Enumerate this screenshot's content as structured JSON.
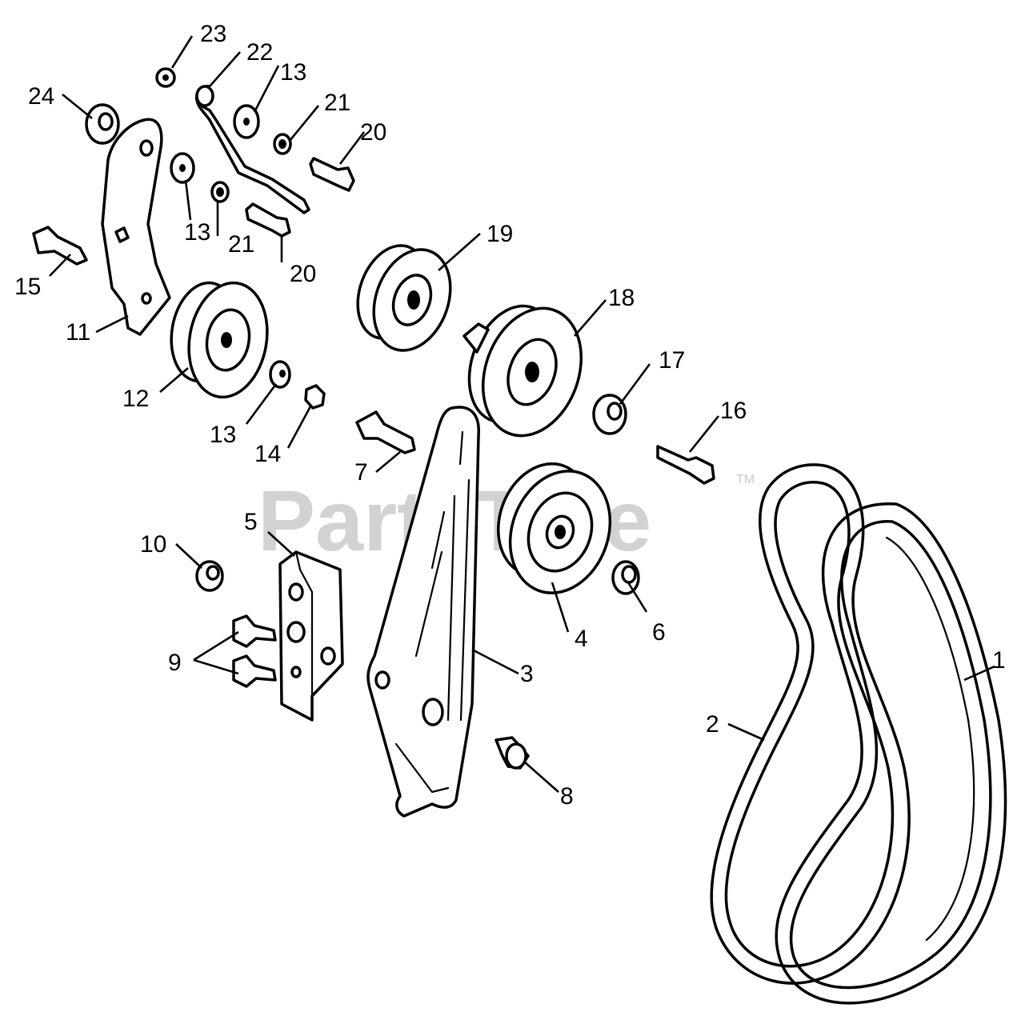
{
  "watermark": {
    "text": "PartsTree",
    "trademark": "TM"
  },
  "callouts": {
    "c1": "1",
    "c2": "2",
    "c3": "3",
    "c4": "4",
    "c5": "5",
    "c6": "6",
    "c7": "7",
    "c8": "8",
    "c9": "9",
    "c10": "10",
    "c11": "11",
    "c12": "12",
    "c13a": "13",
    "c13b": "13",
    "c13c": "13",
    "c14": "14",
    "c15": "15",
    "c16": "16",
    "c17": "17",
    "c18": "18",
    "c19": "19",
    "c20a": "20",
    "c20b": "20",
    "c21a": "21",
    "c21b": "21",
    "c22": "22",
    "c23": "23",
    "c24": "24"
  }
}
